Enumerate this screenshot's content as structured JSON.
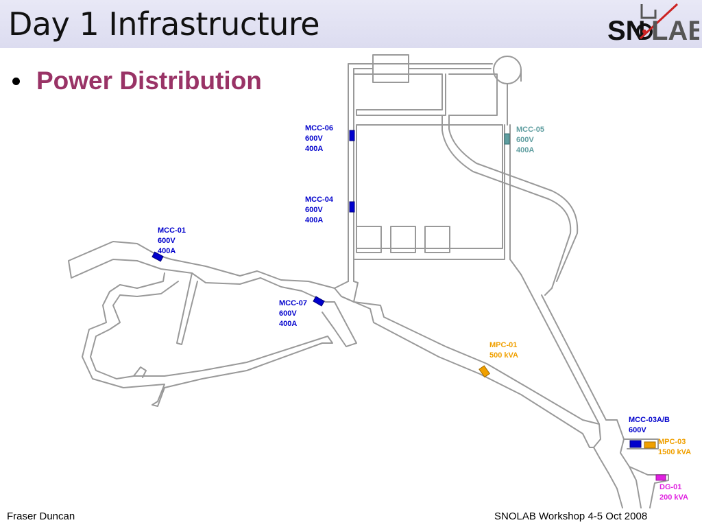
{
  "slide": {
    "title": "Day 1 Infrastructure",
    "bullet": "Power Distribution"
  },
  "logo": {
    "left_text": "SN",
    "right_text": "LAB",
    "icon": "snolab-logo-icon"
  },
  "colors": {
    "mcc": "#0000cc",
    "mcc_alt": "#5f9ea0",
    "mpc": "#f0a000",
    "dg": "#e020e0",
    "bullet": "#993366",
    "tunnel": "#999999"
  },
  "equipment": [
    {
      "id": "mcc-06",
      "lines": [
        "MCC-06",
        "600V",
        "400A"
      ],
      "kind": "mcc"
    },
    {
      "id": "mcc-05",
      "lines": [
        "MCC-05",
        "600V",
        "400A"
      ],
      "kind": "mcc_alt"
    },
    {
      "id": "mcc-04",
      "lines": [
        "MCC-04",
        "600V",
        "400A"
      ],
      "kind": "mcc"
    },
    {
      "id": "mcc-01",
      "lines": [
        "MCC-01",
        "600V",
        "400A"
      ],
      "kind": "mcc"
    },
    {
      "id": "mcc-07",
      "lines": [
        "MCC-07",
        "600V",
        "400A"
      ],
      "kind": "mcc"
    },
    {
      "id": "mpc-01",
      "lines": [
        "MPC-01",
        "500 kVA"
      ],
      "kind": "mpc"
    },
    {
      "id": "mcc-03ab",
      "lines": [
        "MCC-03A/B",
        "600V"
      ],
      "kind": "mcc"
    },
    {
      "id": "mpc-03",
      "lines": [
        "MPC-03",
        "1500 kVA"
      ],
      "kind": "mpc"
    },
    {
      "id": "dg-01",
      "lines": [
        "DG-01",
        "200 kVA"
      ],
      "kind": "dg"
    }
  ],
  "footer": {
    "author": "Fraser Duncan",
    "event": "SNOLAB Workshop 4-5 Oct 2008"
  }
}
